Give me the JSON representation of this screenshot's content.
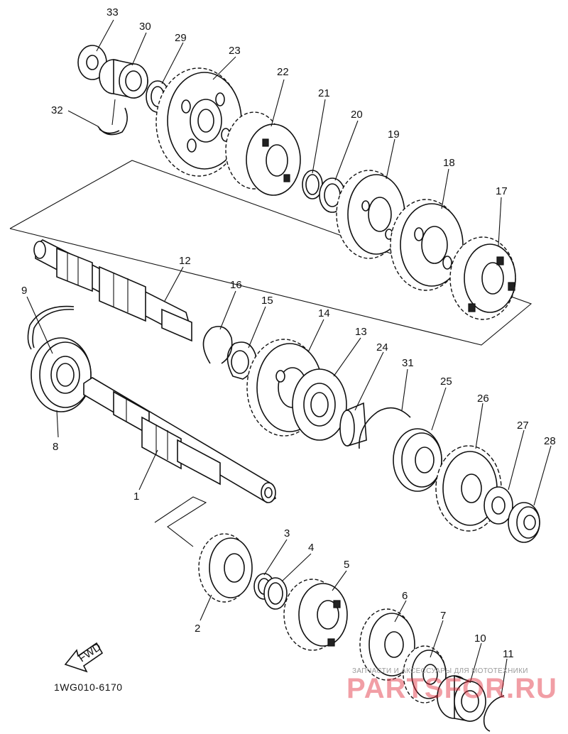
{
  "diagram": {
    "drawing_code": "1WG010-6170",
    "fwd_label": "FWD",
    "callouts": [
      "1",
      "2",
      "3",
      "4",
      "5",
      "6",
      "7",
      "8",
      "9",
      "10",
      "11",
      "12",
      "13",
      "14",
      "15",
      "16",
      "17",
      "18",
      "19",
      "20",
      "21",
      "22",
      "23",
      "24",
      "25",
      "26",
      "27",
      "28",
      "29",
      "30",
      "31",
      "32",
      "33"
    ]
  },
  "watermark": {
    "top_text": "ЗАПЧАСТИ И АКСЕССУАРЫ ДЛЯ МОТОТЕХНИКИ",
    "main_text": "PARTSFOR.RU"
  }
}
